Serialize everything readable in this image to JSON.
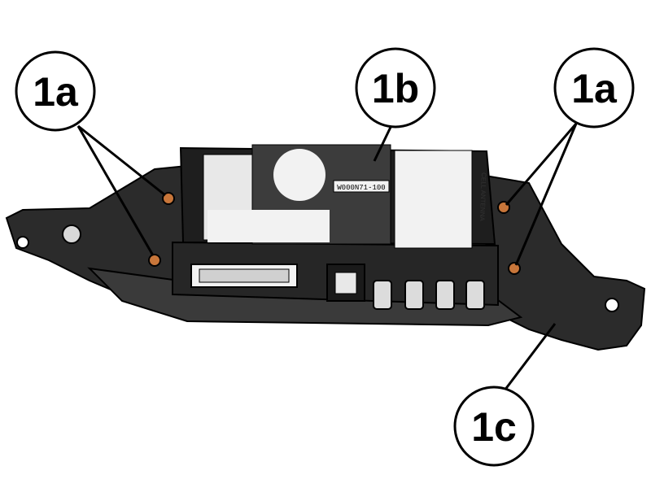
{
  "callouts": {
    "fastener_left": "1a",
    "module": "1b",
    "fastener_right": "1a",
    "bracket": "1c"
  },
  "module_labels": {
    "center_sticker": "W000N71-100",
    "side_label": "CELL ANTENNA"
  },
  "colors": {
    "line": "#000000",
    "fastener": "#c8763a",
    "housing": "#1e1e1e",
    "bracket": "#2b2b2b",
    "label": "#f2f2f2"
  }
}
